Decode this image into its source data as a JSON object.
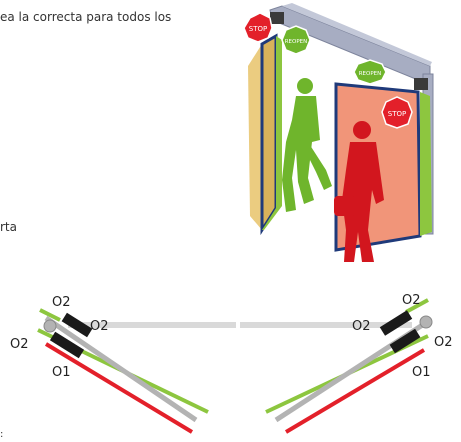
{
  "text": {
    "caption_fragment": "ea la correcta para todos los",
    "side_fragment": "rta",
    "corner_mark": ":"
  },
  "illustration": {
    "signs": {
      "stop_left": "STOP",
      "reopen_top": "REOPEN",
      "reopen_right": "REOPEN",
      "stop_right": "STOP"
    },
    "colors": {
      "stop_red": "#e3202a",
      "reopen_green": "#6fb52c",
      "frame_gray": "#9aa0b4",
      "door_navy": "#1f3a7a",
      "zone_orange": "#ef8a6a",
      "zone_yellow": "#e8c36a"
    }
  },
  "diagram": {
    "labels": {
      "left_o2_top": "O2",
      "left_o2_side": "O2",
      "left_o2_inner": "O2",
      "left_o1": "O1",
      "right_o2_top": "O2",
      "right_o2_side": "O2",
      "right_o2_inner": "O2",
      "right_o1": "O1"
    },
    "colors": {
      "green_beam": "#8dc63f",
      "red_beam": "#e3202a",
      "gray_leaf": "#b3b3b3",
      "sensor": "#1a1a1a",
      "path": "#d9d9d9"
    }
  }
}
